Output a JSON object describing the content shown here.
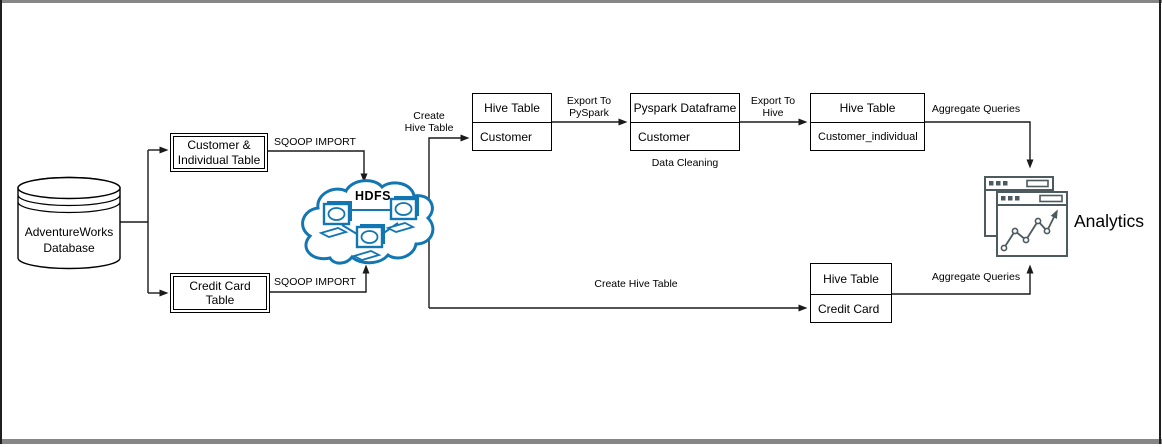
{
  "colors": {
    "cloud_blue": "#1276b3",
    "analytics_icon": "#4d5a5f",
    "connector": "#1a1a1a",
    "frame_gray": "#868686"
  },
  "nodes": {
    "database": {
      "line1": "AdventureWorks",
      "line2": "Database"
    },
    "customer_individual_table": {
      "line1": "Customer &",
      "line2": "Individual Table"
    },
    "credit_card_table": {
      "line1": "Credit Card",
      "line2": "Table"
    },
    "hdfs": {
      "label": "HDFS"
    },
    "hive_customer": {
      "header": "Hive Table",
      "body": "Customer"
    },
    "pyspark_dataframe": {
      "header": "Pyspark Dataframe",
      "body": "Customer"
    },
    "hive_customer_individual": {
      "header": "Hive Table",
      "body": "Customer_individual"
    },
    "hive_credit_card": {
      "header": "Hive Table",
      "body": "Credit Card"
    },
    "analytics": {
      "label": "Analytics"
    }
  },
  "labels": {
    "sqoop_import_top": "SQOOP IMPORT",
    "sqoop_import_bottom": "SQOOP IMPORT",
    "create_hive_table_top": {
      "line1": "Create",
      "line2": "Hive Table"
    },
    "create_hive_table_bottom": "Create Hive Table",
    "export_to_pyspark": {
      "line1": "Export To",
      "line2": "PySpark"
    },
    "export_to_hive": {
      "line1": "Export To",
      "line2": "Hive"
    },
    "aggregate_queries_top": "Aggregate Queries",
    "aggregate_queries_bottom": "Aggregate Queries",
    "data_cleaning": "Data Cleaning"
  }
}
